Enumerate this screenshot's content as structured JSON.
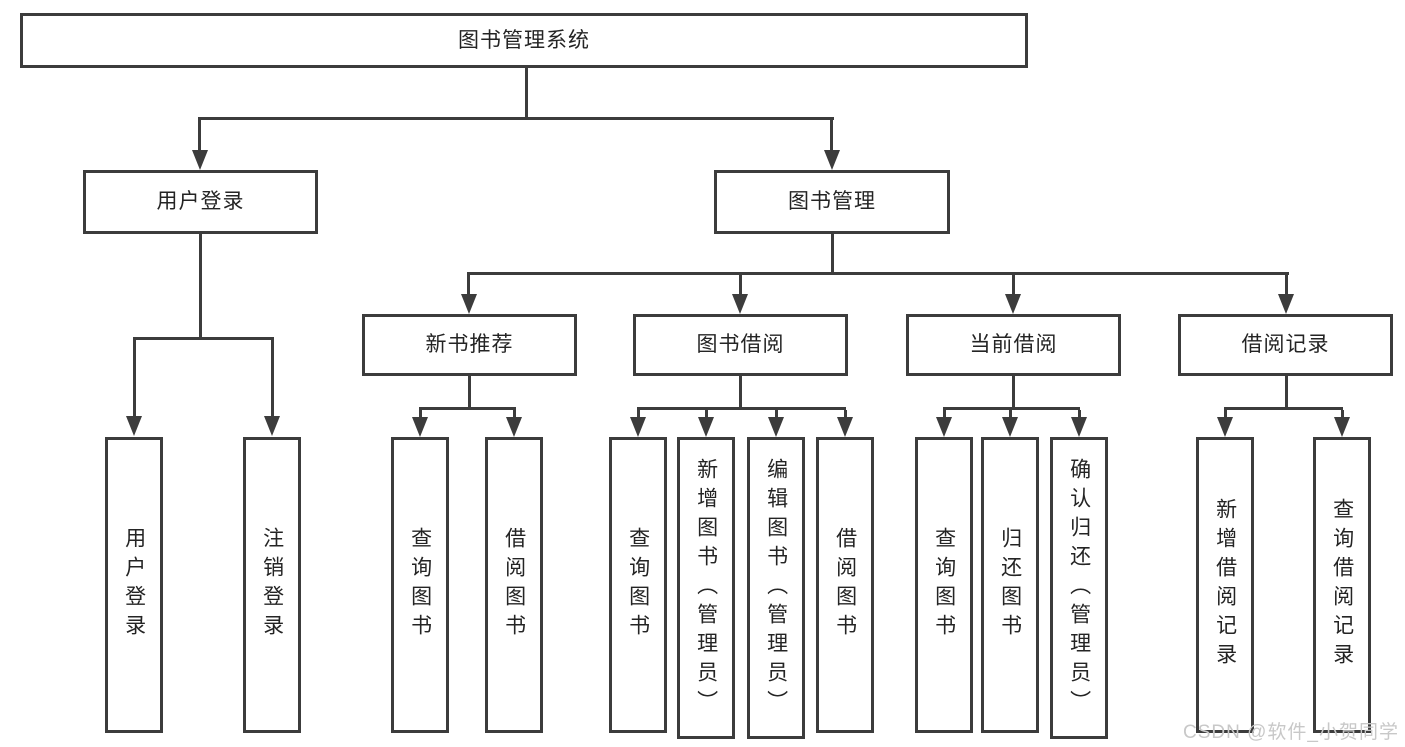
{
  "diagram": {
    "root": {
      "label": "图书管理系统"
    },
    "branches": [
      {
        "label": "用户登录",
        "children": [
          {
            "label": "用户登录"
          },
          {
            "label": "注销登录"
          }
        ]
      },
      {
        "label": "图书管理",
        "children": [
          {
            "label": "新书推荐",
            "children": [
              {
                "label": "查询图书"
              },
              {
                "label": "借阅图书"
              }
            ]
          },
          {
            "label": "图书借阅",
            "children": [
              {
                "label": "查询图书"
              },
              {
                "label": "新增图书（管理员）"
              },
              {
                "label": "编辑图书（管理员）"
              },
              {
                "label": "借阅图书"
              }
            ]
          },
          {
            "label": "当前借阅",
            "children": [
              {
                "label": "查询图书"
              },
              {
                "label": "归还图书"
              },
              {
                "label": "确认归还（管理员）"
              }
            ]
          },
          {
            "label": "借阅记录",
            "children": [
              {
                "label": "新增借阅记录"
              },
              {
                "label": "查询借阅记录"
              }
            ]
          }
        ]
      }
    ],
    "watermark": "CSDN @软件_小贺同学",
    "colors": {
      "line": "#3c3c3c",
      "text": "#242424",
      "background": "#ffffff",
      "watermark": "#c8c8c8"
    }
  }
}
